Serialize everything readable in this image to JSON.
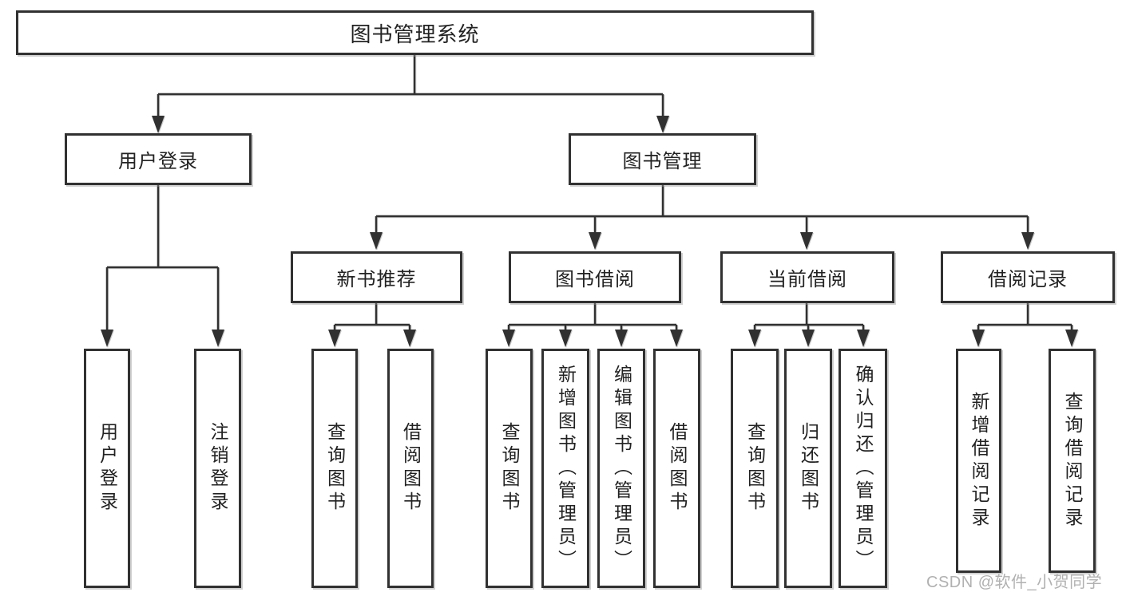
{
  "root": {
    "label": "图书管理系统"
  },
  "user_login": {
    "label": "用户登录",
    "children": [
      {
        "label": "用户登录"
      },
      {
        "label": "注销登录"
      }
    ]
  },
  "book_management": {
    "label": "图书管理",
    "sections": [
      {
        "label": "新书推荐",
        "children": [
          {
            "label": "查询图书"
          },
          {
            "label": "借阅图书"
          }
        ]
      },
      {
        "label": "图书借阅",
        "children": [
          {
            "label": "查询图书"
          },
          {
            "label": "新增图书（管理员）"
          },
          {
            "label": "编辑图书（管理员）"
          },
          {
            "label": "借阅图书"
          }
        ]
      },
      {
        "label": "当前借阅",
        "children": [
          {
            "label": "查询图书"
          },
          {
            "label": "归还图书"
          },
          {
            "label": "确认归还（管理员）"
          }
        ]
      },
      {
        "label": "借阅记录",
        "children": [
          {
            "label": "新增借阅记录"
          },
          {
            "label": "查询借阅记录"
          }
        ]
      }
    ]
  },
  "watermark": {
    "text": "CSDN @软件_小贺同学"
  },
  "colors": {
    "line": "#313131",
    "box_border": "#313131",
    "box_background": "#ffffff",
    "text": "#222222",
    "watermark": "#b1b1b1"
  }
}
